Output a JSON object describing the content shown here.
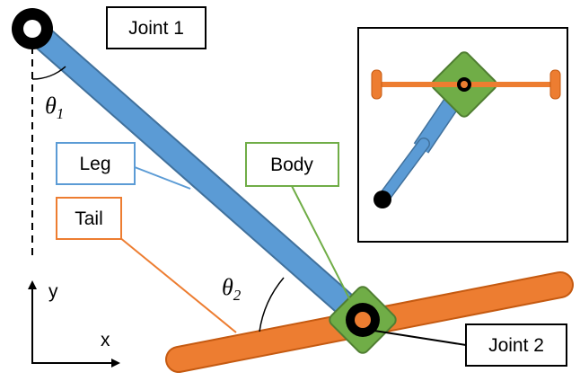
{
  "labels": {
    "joint1": "Joint 1",
    "joint2": "Joint 2",
    "leg": "Leg",
    "body": "Body",
    "tail": "Tail"
  },
  "angles": {
    "theta1": {
      "symbol": "θ",
      "subscript": "1"
    },
    "theta2": {
      "symbol": "θ",
      "subscript": "2"
    }
  },
  "axes": {
    "x": "x",
    "y": "y"
  },
  "colors": {
    "leg": "#5b9bd5",
    "leg_stroke": "#41719c",
    "tail": "#ed7d31",
    "tail_stroke": "#c55a11",
    "body": "#70ad47",
    "body_stroke": "#507e32",
    "joint": "#000000",
    "label_border": "#000000"
  }
}
